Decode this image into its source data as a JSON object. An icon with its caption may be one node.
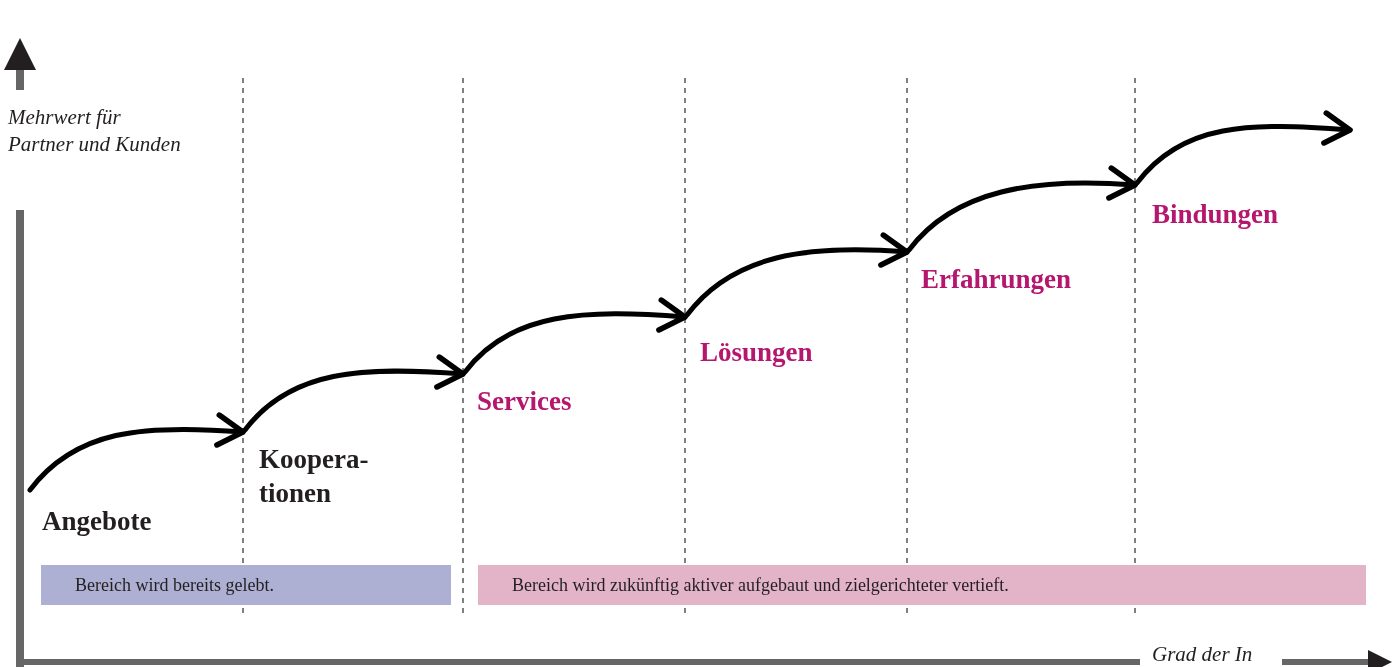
{
  "diagram": {
    "nodes": [
      {
        "text": [
          "Angebote"
        ]
      },
      {
        "text": [
          "Koopera- tionen"
        ]
      },
      {
        "text": [
          "Services"
        ]
      },
      {
        "text": [
          "Lösungen"
        ]
      },
      {
        "text": [
          "Erfahrungen"
        ]
      },
      {
        "text": [
          "Bindungen"
        ]
      },
      {
        "text": [
          "Bereich wird bereits gelebt."
        ]
      },
      {
        "text": [
          "Bereich wird zukünftig aktiver aufgebaut und zielgerichteter vertieft."
        ]
      }
    ],
    "edges": [
      {
        "from": 0,
        "to": 1,
        "arrow": "to"
      },
      {
        "from": 1,
        "to": 2,
        "arrow": "to"
      },
      {
        "from": 2,
        "to": 3,
        "arrow": "to"
      },
      {
        "from": 3,
        "to": 4,
        "arrow": "to"
      },
      {
        "from": 4,
        "to": 5,
        "arrow": "to"
      },
      {
        "from": 5,
        "to": null,
        "arrow": "to"
      }
    ],
    "labels": [
      "Mehrwert für Partner und Kunden",
      "Grad der In"
    ]
  }
}
